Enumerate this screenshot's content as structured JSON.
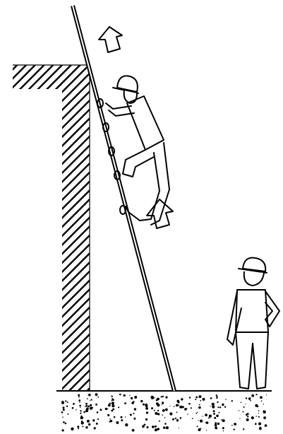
{
  "illustration": {
    "parts": [
      "wall-with-ledge",
      "leaning-ladder",
      "climbing-worker",
      "standing-worker",
      "up-arrows",
      "ground"
    ],
    "icons": [
      "hard-hat-icon",
      "up-arrow-icon"
    ]
  }
}
